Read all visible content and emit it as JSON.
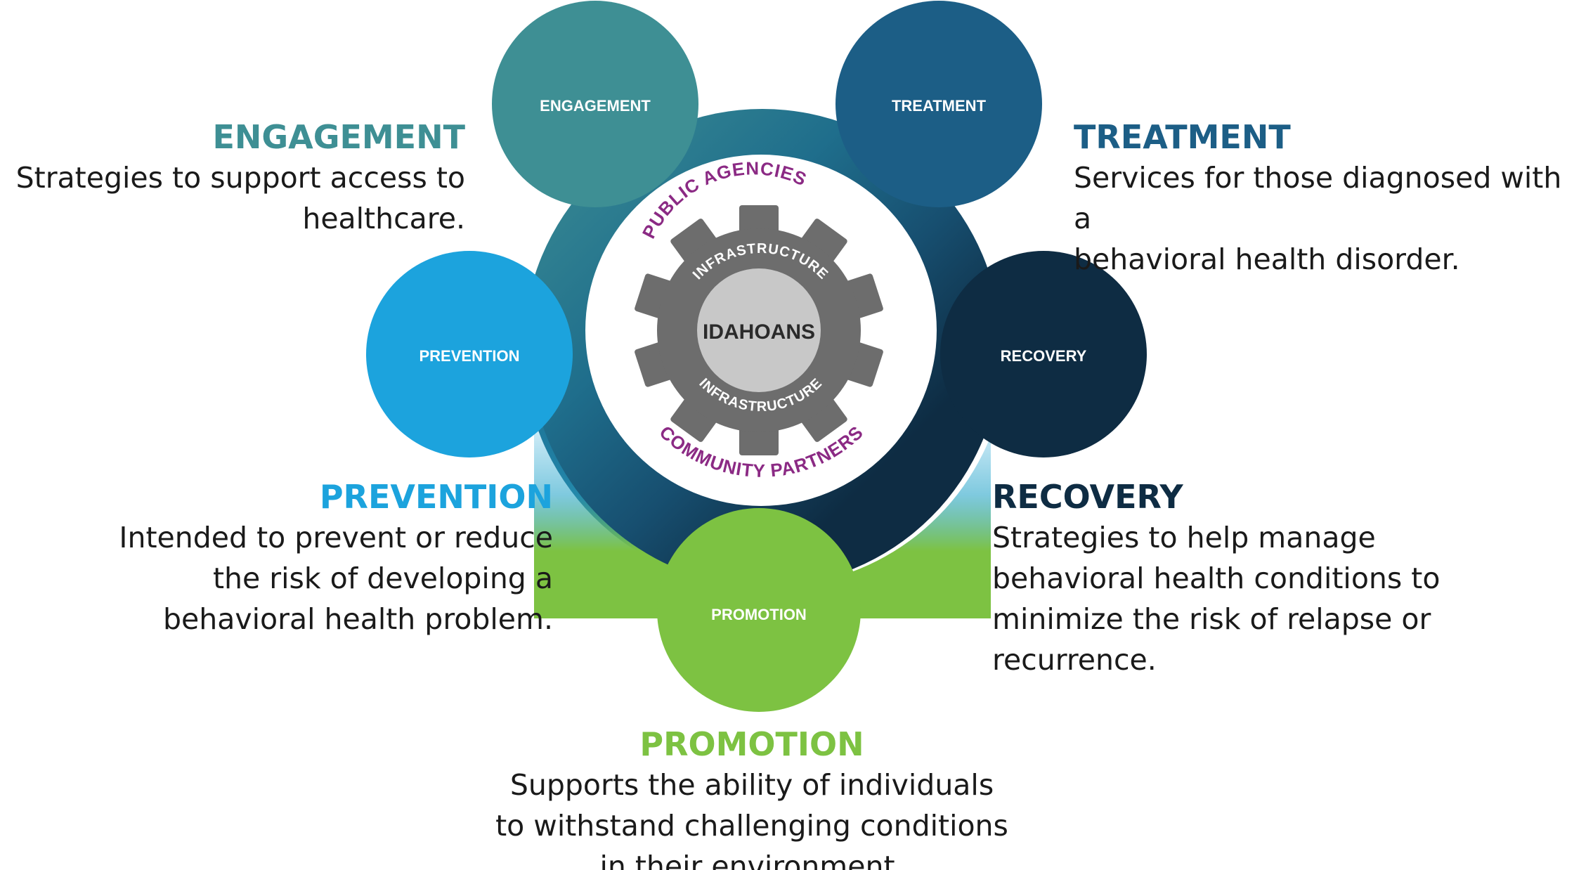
{
  "center": {
    "core_label": "IDAHOANS",
    "gear_top_label": "INFRASTRUCTURE",
    "gear_bottom_label": "INFRASTRUCTURE",
    "ring_top_label": "PUBLIC AGENCIES",
    "ring_bottom_label": "COMMUNITY PARTNERS"
  },
  "circles": {
    "engagement": "ENGAGEMENT",
    "treatment": "TREATMENT",
    "prevention": "PREVENTION",
    "recovery": "RECOVERY",
    "promotion": "PROMOTION"
  },
  "blocks": {
    "engagement": {
      "title": "ENGAGEMENT",
      "description": "Strategies to support access to\nhealthcare."
    },
    "treatment": {
      "title": "TREATMENT",
      "description": "Services for those diagnosed with a\nbehavioral health disorder."
    },
    "prevention": {
      "title": "PREVENTION",
      "description": "Intended to prevent or reduce\nthe risk of developing a\nbehavioral health problem."
    },
    "recovery": {
      "title": "RECOVERY",
      "description": "Strategies to help manage\nbehavioral health conditions to\nminimize the risk of relapse or\nrecurrence."
    },
    "promotion": {
      "title": "PROMOTION",
      "description": "Supports the ability of individuals\nto withstand challenging conditions\nin their environment."
    }
  },
  "colors": {
    "engagement": "#3e8f94",
    "treatment": "#1c5e86",
    "prevention": "#1ca3dd",
    "recovery": "#0e2c43",
    "promotion": "#7dc242",
    "ring_text": "#8b2a84",
    "gear": "#6d6d6d",
    "core": "#c8c8c8"
  }
}
